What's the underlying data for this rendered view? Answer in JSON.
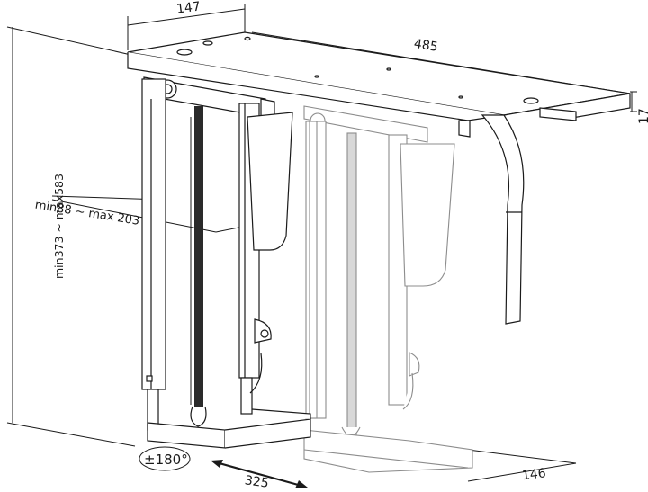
{
  "diagram": {
    "subject": "Under-desk PC holder (CPU mount) with sliding rail",
    "units": "mm",
    "colors": {
      "line_dark": "#1a1a1a",
      "line_ghost": "#8c8c8c",
      "background": "#ffffff"
    },
    "dimensions": {
      "top_width": "147",
      "top_length": "485",
      "rail_thickness": "17",
      "height_range": "min373 ~ max583",
      "width_range": "min88 ~ max 203",
      "rotation": "±180°",
      "slide_travel": "325",
      "base_depth": "146"
    },
    "parts": [
      "mounting-plate",
      "sliding-rail",
      "pivot-knob",
      "side-clamp-bars",
      "adjustment-spring-strap",
      "locking-lever",
      "base-tray",
      "cable-strap",
      "ghost-slid-position"
    ]
  }
}
